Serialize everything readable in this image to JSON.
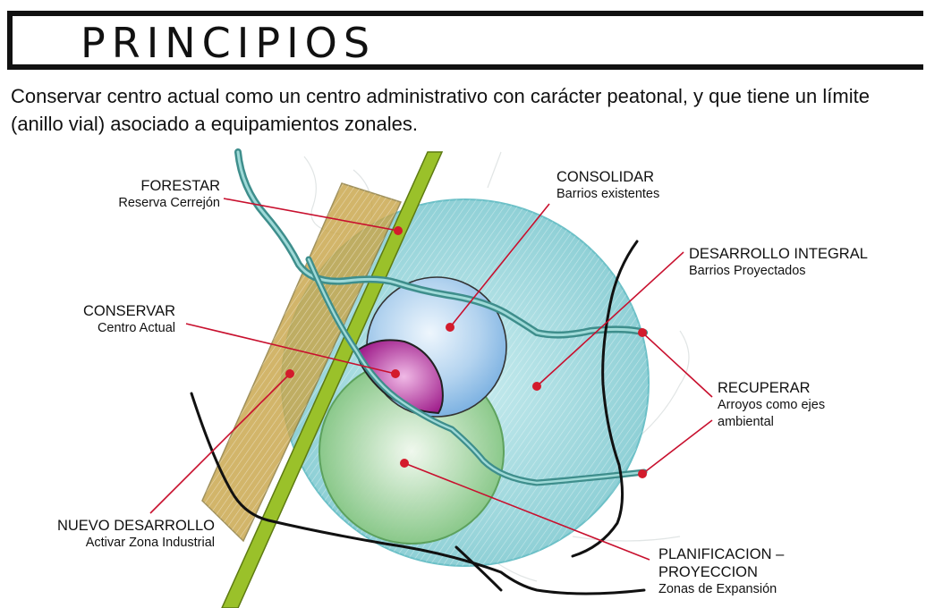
{
  "header": {
    "title": "PRINCIPIOS"
  },
  "intro": "Conservar centro actual como un centro administrativo con carácter peatonal, y que tiene un límite (anillo vial) asociado a equipamientos zonales.",
  "labels": {
    "forestar": {
      "title": "FORESTAR",
      "subtitle": "Reserva Cerrejón"
    },
    "consolidar": {
      "title": "CONSOLIDAR",
      "subtitle": "Barrios existentes"
    },
    "desarrollo_integral": {
      "title": "DESARROLLO INTEGRAL",
      "subtitle": "Barrios Proyectados"
    },
    "conservar": {
      "title": "CONSERVAR",
      "subtitle": "Centro Actual"
    },
    "recuperar": {
      "title": "RECUPERAR",
      "subtitle_line1": "Arroyos como ejes",
      "subtitle_line2": "ambiental"
    },
    "nuevo_desarrollo": {
      "title": "NUEVO DESARROLLO",
      "subtitle": "Activar Zona Industrial"
    },
    "planificacion": {
      "title_line1": "PLANIFICACION –",
      "title_line2": "PROYECCION",
      "subtitle": "Zonas de Expansión"
    }
  },
  "colors": {
    "leader": "#c8102e",
    "dot": "#d31b2c",
    "outer_zone": "#a9dbe0",
    "consolidar_zone": "#9cc4ea",
    "expansion_zone": "#8fcf8c",
    "conservar_zone": "#b0229a",
    "forest_band": "#c9a64a",
    "green_band": "#9ac12a",
    "stream": "#5fb4b2",
    "ring_road": "#111111"
  }
}
